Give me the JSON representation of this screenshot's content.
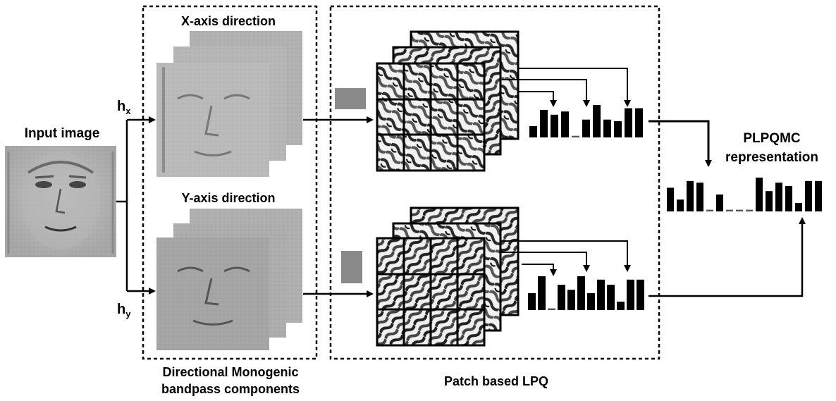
{
  "labels": {
    "input_image": "Input image",
    "x_axis": "X-axis direction",
    "y_axis": "Y-axis direction",
    "hx_base": "h",
    "hx_sub": "x",
    "hy_base": "h",
    "hy_sub": "y",
    "monogenic_line1": "Directional Monogenic",
    "monogenic_line2": "bandpass components",
    "patch_lpq": "Patch based LPQ",
    "output_line1": "PLPQMC",
    "output_line2": "representation"
  },
  "histograms": {
    "top": [
      0.35,
      0.85,
      0.7,
      0.8,
      0.05,
      0.55,
      1.0,
      0.55,
      0.5,
      0.9,
      0.9
    ],
    "bottom": [
      0.5,
      1.0,
      0.05,
      0.75,
      0.6,
      1.0,
      0.5,
      0.9,
      0.75,
      0.25,
      0.9,
      0.9
    ],
    "combined": [
      0.7,
      0.35,
      0.9,
      0.85,
      0.05,
      0.5,
      0.05,
      0.05,
      0.05,
      1.0,
      0.6,
      0.85,
      0.75,
      0.25,
      0.9,
      0.9
    ]
  },
  "colors": {
    "stroke": "#000000",
    "gray_rect": "#8a8a8a"
  }
}
